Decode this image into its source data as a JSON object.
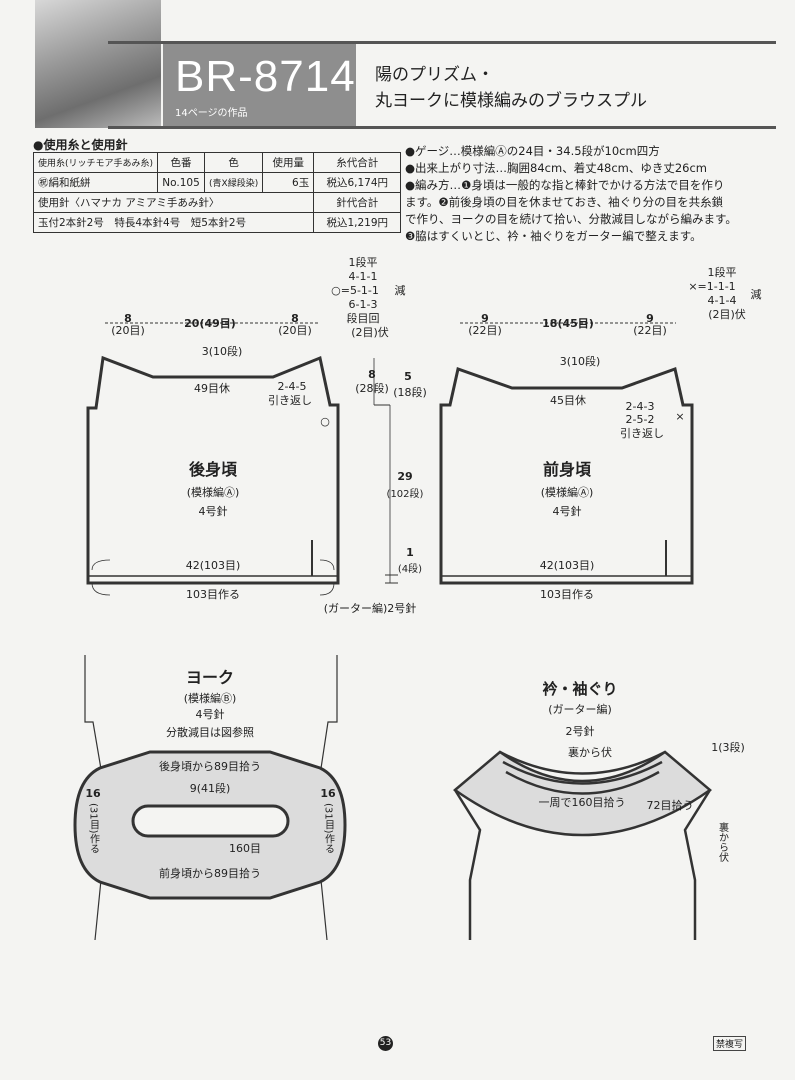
{
  "header": {
    "code": "BR-8714",
    "page_ref": "14ページの作品",
    "title_line1": "陽のプリズム・",
    "title_line2": "丸ヨークに模様編みのブラウスプル"
  },
  "materials": {
    "heading": "●使用糸と使用針",
    "yarn_headers": [
      "使用糸(リッチモア手あみ糸)",
      "色番",
      "色",
      "使用量",
      "糸代合計"
    ],
    "yarn_row": [
      "㊗絹和紙絣",
      "No.105",
      "(青X緑段染)",
      "6玉",
      "税込6,174円"
    ],
    "needle_header": "使用針〈ハマナカ アミアミ手あみ針〉",
    "needle_total_header": "針代合計",
    "needles": "玉付2本針2号　特長4本針4号　短5本針2号",
    "needle_total": "税込1,219円"
  },
  "info": {
    "gauge": "●ゲージ…模様編Ⓐの24目・34.5段が10cm四方",
    "size": "●出来上がり寸法…胸囲84cm、着丈48cm、ゆき丈26cm",
    "method_lines": [
      "●編み方…❶身頃は一般的な指と棒針でかける方法で目を作り",
      "ます。❷前後身頃の目を休ませておき、袖ぐり分の目を共糸鎖",
      "で作り、ヨークの目を続けて拾い、分散減目しながら編みます。",
      "❸脇はすくいとじ、衿・袖ぐりをガーター編で整えます。"
    ]
  },
  "back": {
    "w_side": "8",
    "w_side_sts": "(20目)",
    "w_center": "20(49目)",
    "neck_depth": "3(10段)",
    "neck_rest": "49目休",
    "short_rows": "2-4-5",
    "short_rows_label": "引き返し",
    "name": "後身頃",
    "pattern": "(模様編Ⓐ)",
    "needle": "4号針",
    "hem_width": "42(103目)",
    "cast_on": "103目作る",
    "circle": "○"
  },
  "decrease_back": {
    "lines": [
      "1段平",
      "4-1-1",
      "○=5-1-1",
      "6-1-3",
      "段目回",
      "(2目)伏"
    ],
    "label": "減"
  },
  "decrease_front": {
    "lines": [
      "1段平",
      "×=1-1-1",
      "4-1-4",
      "(2目)伏"
    ],
    "label": "減"
  },
  "vertical": {
    "armhole": "8",
    "armhole_rows": "(28段)",
    "shoulder": "5",
    "shoulder_rows": "(18段)",
    "body": "29",
    "body_rows": "(102段)",
    "hem": "1",
    "hem_rows": "(4段)"
  },
  "front": {
    "w_side": "9",
    "w_side_sts": "(22目)",
    "w_center": "18(45目)",
    "neck_depth": "3(10段)",
    "neck_rest": "45目休",
    "short_rows1": "2-4-3",
    "short_rows2": "2-5-2",
    "short_rows_label": "引き返し",
    "name": "前身頃",
    "pattern": "(模様編Ⓐ)",
    "needle": "4号針",
    "hem_width": "42(103目)",
    "cast_on": "103目作る",
    "cross": "×"
  },
  "garter_note": "(ガーター編)2号針",
  "yoke": {
    "name": "ヨーク",
    "pattern": "(模様編Ⓑ)",
    "needle": "4号針",
    "note": "分散減目は図参照",
    "back_pickup": "後身頃から89目拾う",
    "depth": "9(41段)",
    "inner": "160目",
    "front_pickup": "前身頃から89目拾う",
    "side": "16",
    "side_sts": "(31目)作る"
  },
  "collar": {
    "name": "衿・袖ぐり",
    "pattern": "(ガーター編)",
    "needle": "2号針",
    "bind_off": "裏から伏",
    "band": "1(3段)",
    "pickup_round": "一周で160目拾う",
    "pickup_arm": "72目拾う",
    "bind_off_arm": "裏から伏"
  },
  "footer": {
    "page_number": "53",
    "no_copy": "禁複写"
  }
}
